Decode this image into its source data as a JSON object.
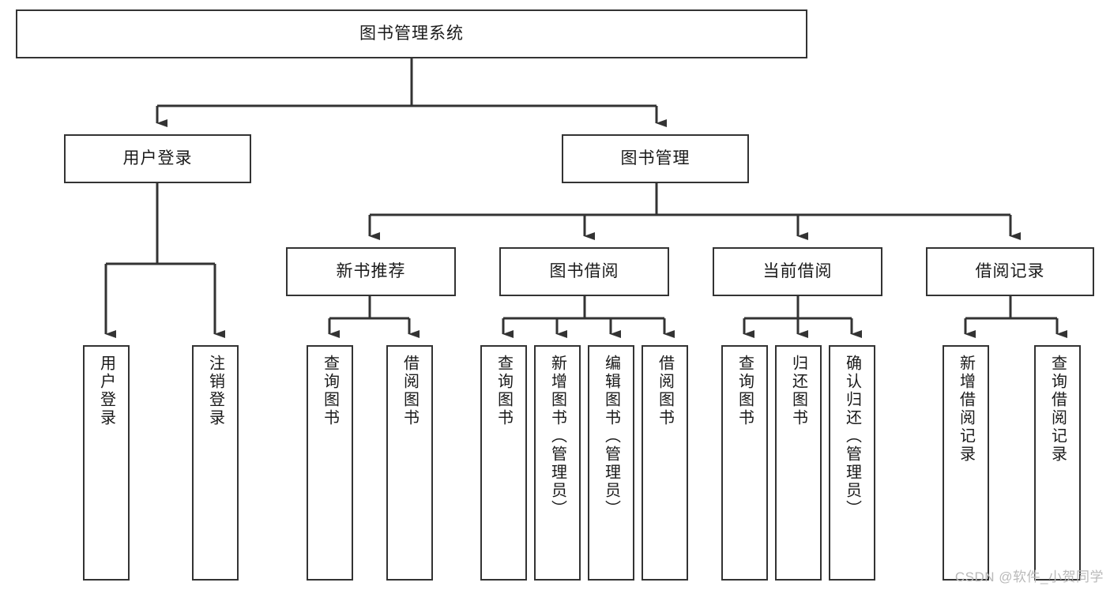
{
  "diagram": {
    "title": "图书管理系统",
    "type": "tree",
    "style": {
      "box_border_color": "#333333",
      "box_fill_color": "#ffffff",
      "line_color": "#333333",
      "text_color": "#1a1a1a",
      "background": "#ffffff"
    }
  },
  "nodes": {
    "root": {
      "label": "图书管理系统"
    },
    "level2": [
      {
        "id": "user-login",
        "label": "用户登录"
      },
      {
        "id": "book-manage",
        "label": "图书管理"
      }
    ],
    "level3": [
      {
        "id": "new-book-recommend",
        "label": "新书推荐"
      },
      {
        "id": "book-borrow",
        "label": "图书借阅"
      },
      {
        "id": "current-borrow",
        "label": "当前借阅"
      },
      {
        "id": "borrow-record",
        "label": "借阅记录"
      }
    ],
    "leaves": {
      "user_login": [
        {
          "id": "leaf-user-login",
          "label": "用户登录"
        },
        {
          "id": "leaf-logout-login",
          "label": "注销登录"
        }
      ],
      "new_book_recommend": [
        {
          "id": "leaf-query-book-1",
          "label": "查询图书"
        },
        {
          "id": "leaf-borrow-book-1",
          "label": "借阅图书"
        }
      ],
      "book_borrow": [
        {
          "id": "leaf-query-book-2",
          "label": "查询图书"
        },
        {
          "id": "leaf-add-book",
          "label": "新增图书（管理员）"
        },
        {
          "id": "leaf-edit-book",
          "label": "编辑图书（管理员）"
        },
        {
          "id": "leaf-borrow-book-2",
          "label": "借阅图书"
        }
      ],
      "current_borrow": [
        {
          "id": "leaf-query-book-3",
          "label": "查询图书"
        },
        {
          "id": "leaf-return-book",
          "label": "归还图书"
        },
        {
          "id": "leaf-confirm-return",
          "label": "确认归还（管理员）"
        }
      ],
      "borrow_record": [
        {
          "id": "leaf-add-record",
          "label": "新增借阅记录"
        },
        {
          "id": "leaf-query-record",
          "label": "查询借阅记录"
        }
      ]
    }
  },
  "watermark": {
    "text": "CSDN @软件_小贺同学"
  }
}
